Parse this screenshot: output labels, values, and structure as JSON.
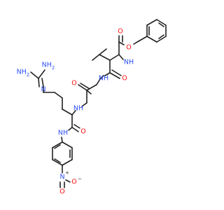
{
  "diagram": {
    "type": "chemical-structure",
    "colors": {
      "bond": "#222222",
      "N": "#3050f8",
      "O": "#ff0d0d",
      "charge": "#222222"
    },
    "atom_labels": {
      "n_guanidine_top": "NH2",
      "n_guanidine_left": "NH2",
      "n_guanidine_imine": "N",
      "n_carbamate": "NH",
      "o_carbamate_carbonyl": "O",
      "o_carbamate_ester": "O",
      "n_gly": "NH",
      "o_val_carbonyl": "O",
      "o_gly_carbonyl": "O",
      "n_arg": "NH",
      "o_arg_carbonyl": "O",
      "n_anilide": "NH",
      "n_nitro": "N",
      "o_nitro_right": "O",
      "o_nitro_bottom": "O"
    },
    "charges": {
      "nitro_n": "+",
      "nitro_o": "−"
    }
  }
}
